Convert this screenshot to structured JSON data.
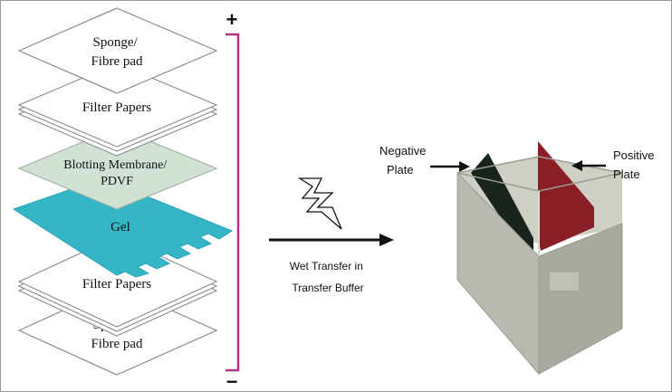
{
  "stack": {
    "layers": [
      {
        "id": "sponge-top",
        "lines": [
          "Sponge/",
          "Fibre pad"
        ]
      },
      {
        "id": "filter-top",
        "lines": [
          "Filter Papers"
        ]
      },
      {
        "id": "membrane",
        "lines": [
          "Blotting Membrane/",
          "PDVF"
        ]
      },
      {
        "id": "gel",
        "lines": [
          "Gel"
        ]
      },
      {
        "id": "filter-bottom",
        "lines": [
          "Filter Papers"
        ]
      },
      {
        "id": "sponge-bottom",
        "lines": [
          "Sponge/",
          "Fibre pad"
        ]
      }
    ],
    "plus": "+",
    "minus": "−"
  },
  "transfer": {
    "lines": [
      "Wet Transfer in",
      "Transfer Buffer"
    ]
  },
  "tank": {
    "negative": [
      "Negative",
      "Plate"
    ],
    "positive": [
      "Positive",
      "Plate"
    ]
  },
  "colors": {
    "paper_fill": "#ffffff",
    "paper_stroke": "#8a8a8a",
    "membrane_fill": "#cfe2d3",
    "gel_fill": "#35b6c6",
    "bracket": "#b0357f",
    "tank_front": "#b9b9ad",
    "tank_side": "#a9a99d",
    "tank_inner": "#cfcfc4",
    "negative_plate": "#17251b",
    "positive_plate": "#8a1e26"
  }
}
